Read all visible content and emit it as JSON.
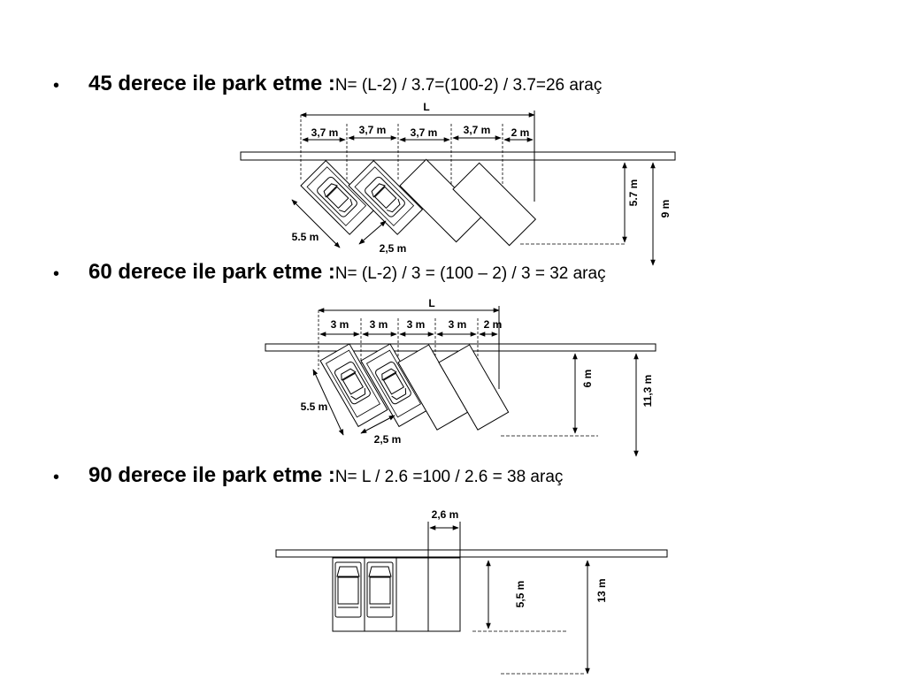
{
  "sections": [
    {
      "bullet": "•",
      "heading": "45 derece ile park etme :",
      "formula": "N= (L-2) / 3.7=(100-2) / 3.7=26 araç",
      "total_label": "L",
      "segments": [
        "3,7 m",
        "3,7 m",
        "3,7 m",
        "3,7 m",
        "2 m"
      ],
      "car_length": "5.5 m",
      "car_width": "2,5 m",
      "depth": "5.7 m",
      "total_depth": "9 m"
    },
    {
      "bullet": "•",
      "heading": "60 derece ile park etme :",
      "formula": "N= (L-2) / 3 = (100 – 2) / 3 = 32 araç",
      "total_label": "L",
      "segments": [
        "3 m",
        "3 m",
        "3 m",
        "3 m",
        "2 m"
      ],
      "car_length": "5.5 m",
      "car_width": "2,5 m",
      "depth": "6 m",
      "total_depth": "11,3 m"
    },
    {
      "bullet": "•",
      "heading": "90 derece ile park etme :",
      "formula": "N= L / 2.6 =100 / 2.6 = 38 araç",
      "stall_width": "2,6 m",
      "depth": "5,5 m",
      "total_depth": "13 m"
    }
  ]
}
